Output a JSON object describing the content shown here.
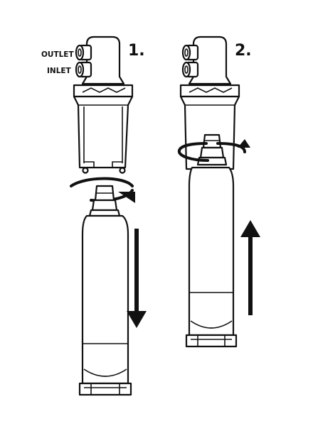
{
  "steps": {
    "one": "1.",
    "two": "2."
  },
  "labels": {
    "outlet": "OUTLET",
    "inlet": "INLET"
  },
  "colors": {
    "ink": "#111111",
    "paper": "#ffffff"
  },
  "icons": {
    "rotate": "rotate-arrow-icon",
    "down": "arrow-down-icon",
    "up": "arrow-up-icon"
  }
}
